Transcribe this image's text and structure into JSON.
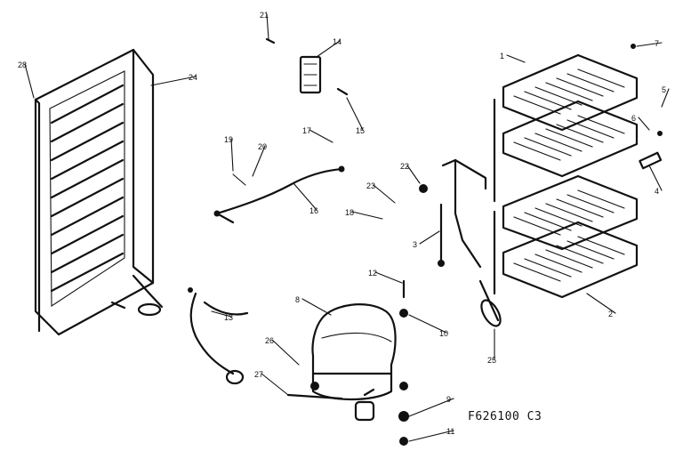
{
  "drawing_code": "F626100 C3",
  "callouts": [
    "1",
    "2",
    "3",
    "4",
    "5",
    "6",
    "7",
    "8",
    "9",
    "10",
    "11",
    "12",
    "13",
    "14",
    "15",
    "16",
    "17",
    "18",
    "19",
    "20",
    "21",
    "22",
    "23",
    "24",
    "25",
    "26",
    "27",
    "28"
  ]
}
